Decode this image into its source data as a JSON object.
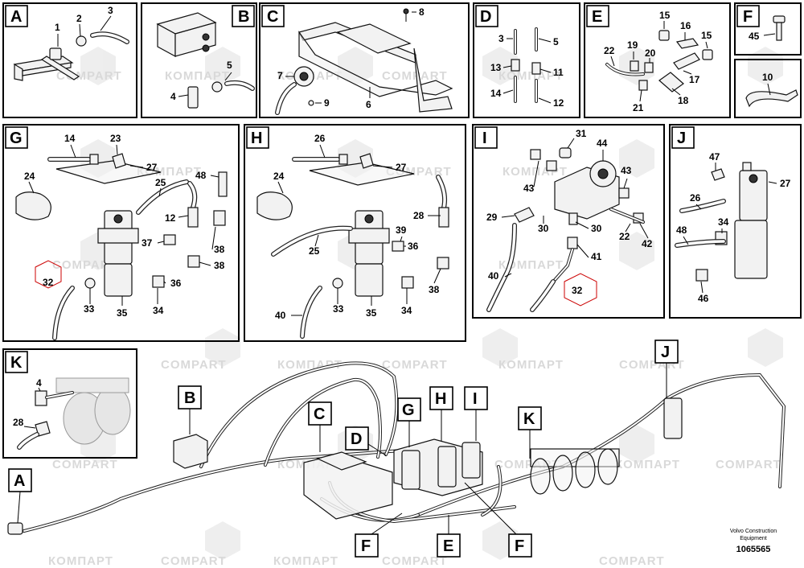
{
  "panels": {
    "A": {
      "label": "A",
      "parts": [
        "1",
        "2",
        "3"
      ]
    },
    "B": {
      "label": "B",
      "parts": [
        "4",
        "5"
      ]
    },
    "C": {
      "label": "C",
      "parts": [
        "8",
        "7",
        "9",
        "6"
      ]
    },
    "D": {
      "label": "D",
      "parts": [
        "3",
        "5",
        "13",
        "11",
        "14",
        "12"
      ]
    },
    "E": {
      "label": "E",
      "parts": [
        "15",
        "16",
        "15",
        "22",
        "19",
        "20",
        "17",
        "21",
        "18"
      ]
    },
    "F1": {
      "label": "F",
      "parts": [
        "45"
      ]
    },
    "F2": {
      "parts": [
        "10"
      ]
    },
    "G": {
      "label": "G",
      "parts": [
        "14",
        "23",
        "27",
        "24",
        "48",
        "25",
        "12",
        "37",
        "38",
        "38",
        "32",
        "36",
        "33",
        "35",
        "34"
      ]
    },
    "H": {
      "label": "H",
      "parts": [
        "26",
        "27",
        "24",
        "28",
        "39",
        "36",
        "25",
        "38",
        "40",
        "33",
        "35",
        "34"
      ]
    },
    "I": {
      "label": "I",
      "parts": [
        "31",
        "44",
        "43",
        "43",
        "29",
        "30",
        "30",
        "22",
        "42",
        "41",
        "40",
        "32"
      ]
    },
    "J": {
      "label": "J",
      "parts": [
        "47",
        "27",
        "26",
        "34",
        "48",
        "46"
      ]
    },
    "K": {
      "label": "K",
      "parts": [
        "4",
        "28"
      ]
    }
  },
  "overview_callouts": [
    "B",
    "C",
    "D",
    "G",
    "H",
    "I",
    "K",
    "J",
    "A",
    "F",
    "E",
    "F"
  ],
  "watermarks": {
    "latin": "COMPART",
    "cyrillic": "КОМПАРТ"
  },
  "footer": {
    "maker_line1": "Volvo Construction",
    "maker_line2": "Equipment",
    "drawing_number": "1065565"
  },
  "colors": {
    "highlight": "#cc0000",
    "watermark": "#d9d9d9",
    "line": "#000000"
  }
}
